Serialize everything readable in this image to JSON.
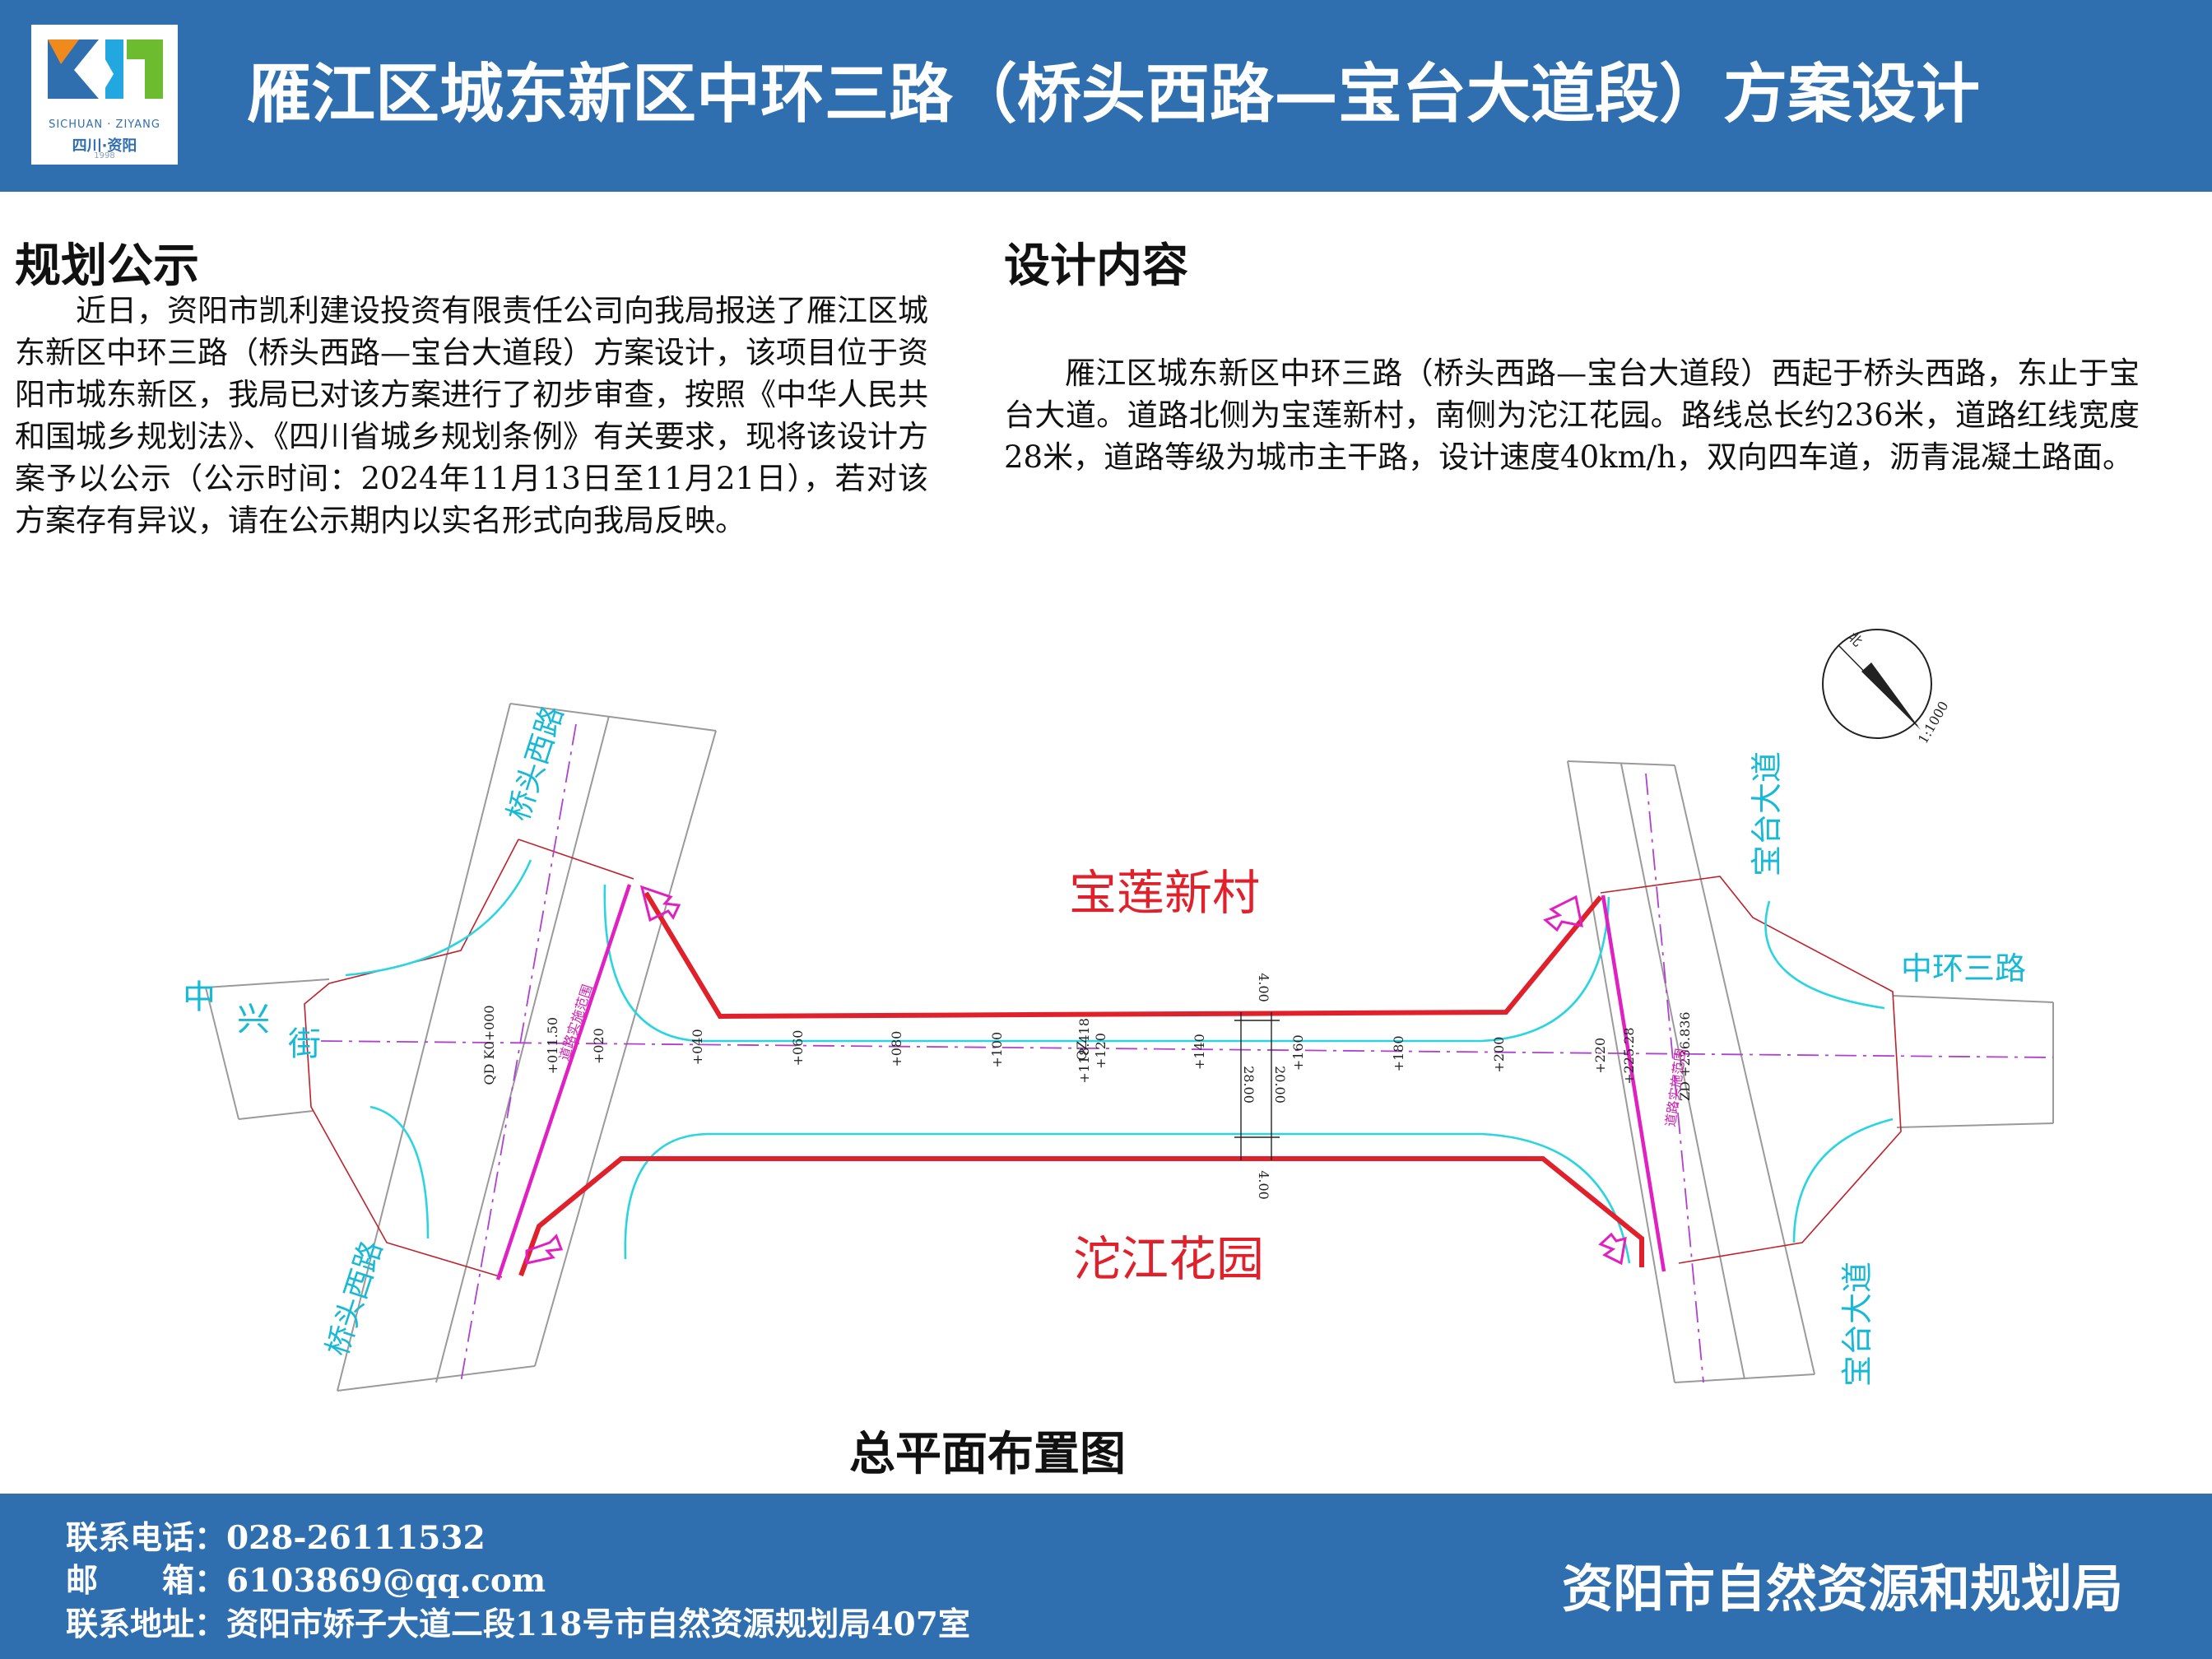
{
  "header": {
    "logo": {
      "en": "SICHUAN · ZIYANG",
      "cn": "四川·资阳",
      "year": "1998",
      "colors": [
        "#f08a1c",
        "#2f6fb0",
        "#22a7e0",
        "#6dbb2f"
      ]
    },
    "title": "雁江区城东新区中环三路（桥头西路—宝台大道段）方案设计",
    "background": "#2f6fb0"
  },
  "notice": {
    "heading": "规划公示",
    "body": "近日，资阳市凯利建设投资有限责任公司向我局报送了雁江区城东新区中环三路（桥头西路—宝台大道段）方案设计，该项目位于资阳市城东新区，我局已对该方案进行了初步审查，按照《中华人民共和国城乡规划法》、《四川省城乡规划条例》有关要求，现将该设计方案予以公示（公示时间：2024年11月13日至11月21日），若对该方案存有异议，请在公示期内以实名形式向我局反映。"
  },
  "design": {
    "heading": "设计内容",
    "body": "雁江区城东新区中环三路（桥头西路—宝台大道段）西起于桥头西路，东止于宝台大道。道路北侧为宝莲新村，南侧为沱江花园。路线总长约236米，道路红线宽度28米，道路等级为城市主干路，设计速度40km/h，双向四车道，沥青混凝土路面。"
  },
  "plan": {
    "caption": "总平面布置图",
    "north_label": "北",
    "scale_label": "1:1000",
    "north_land": "宝莲新村",
    "south_land": "沱江花园",
    "roads": {
      "qiaotou_north": "桥头西路",
      "qiaotou_south": "桥头西路",
      "zhongxing": [
        "中",
        "兴",
        "街"
      ],
      "baotai_north": "宝台大道",
      "baotai_south": "宝台大道",
      "zhonghuan": "中环三路"
    },
    "scope_left": "道路实施范围",
    "scope_right": "道路实施范围",
    "dimensions": {
      "top": "4.00",
      "total": "28.00",
      "middle": "20.00",
      "bottom": "4.00"
    },
    "stations": [
      "QD K0+000",
      "+011.50",
      "+020",
      "+040",
      "+060",
      "+080",
      "+100",
      "+118.418",
      "+120",
      "QZ",
      "+140",
      "+160",
      "+180",
      "+200",
      "+220",
      "+225.28",
      "ZD +236.836"
    ],
    "colors": {
      "redline": "#e0202a",
      "scope": "#e020c0",
      "curb": "#2ad4e0",
      "centerline": "#b040d0",
      "road_labels": "#16b9d6"
    }
  },
  "footer": {
    "phone_label": "联系电话：",
    "phone": "028-26111532",
    "email_label": "邮　　箱：",
    "email": "6103869@qq.com",
    "address_label": "联系地址：",
    "address": "资阳市娇子大道二段118号市自然资源规划局407室",
    "agency": "资阳市自然资源和规划局"
  }
}
